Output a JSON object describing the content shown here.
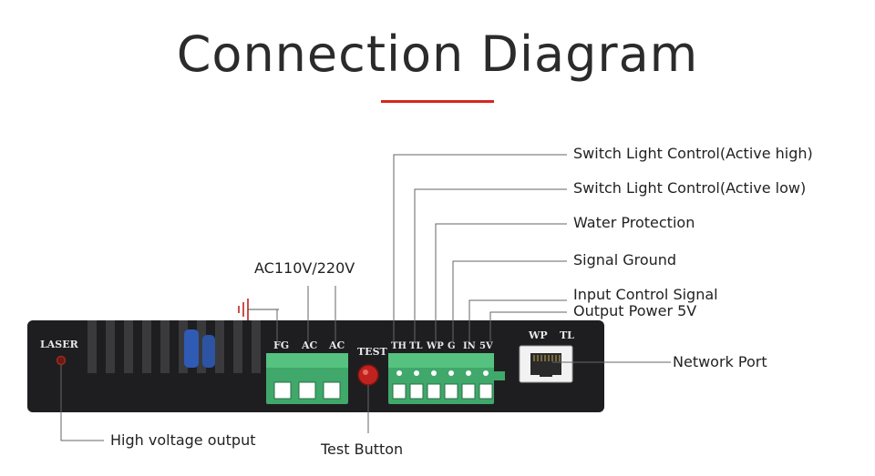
{
  "title": "Connection Diagram",
  "colors": {
    "accent": "#d7261e",
    "panel": "#1e1e20",
    "terminal": "#3fa86a",
    "button": "#c0231f"
  },
  "labels": {
    "switch_high": "Switch Light Control(Active high)",
    "switch_low": "Switch Light Control(Active low)",
    "water": "Water Protection",
    "signal_ground": "Signal Ground",
    "input_control": "Input Control Signal",
    "output_power": "Output Power 5V",
    "network_port": "Network Port",
    "ac_input": "AC110V/220V",
    "hv_output": "High voltage output",
    "test_button": "Test Button"
  },
  "panel": {
    "laser": "LASER",
    "fg": "FG",
    "ac1": "AC",
    "ac2": "AC",
    "test": "TEST",
    "th": "TH",
    "tl": "TL",
    "wp": "WP",
    "g": "G",
    "in": "IN",
    "v5": "5V",
    "port_wp": "WP",
    "port_tl": "TL"
  }
}
